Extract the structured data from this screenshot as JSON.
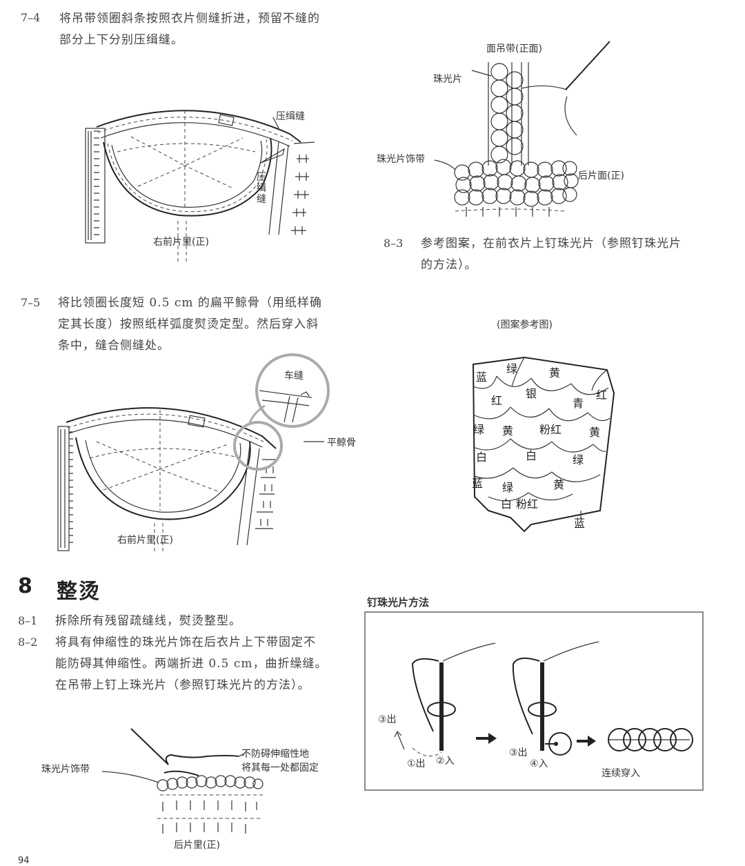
{
  "step_7_4": {
    "num": "7–4",
    "lines": [
      "将吊带领圈斜条按照衣片侧缝折进，预留不缝的",
      "部分上下分别压缉缝。"
    ]
  },
  "fig_7_4": {
    "label_topstitch": "压缉缝",
    "label_topstitch_vertical": [
      "压",
      "缉",
      "缝"
    ],
    "label_right_front": "右前片里(正)"
  },
  "fig_8_3": {
    "label_strap_front": "面吊带(正面)",
    "label_sequin": "珠光片",
    "label_sequin_trim": "珠光片饰带",
    "label_back_piece": "后片面(正)"
  },
  "step_8_3": {
    "num": "8–3",
    "lines": [
      "参考图案，在前衣片上钉珠光片（参照钉珠光片",
      "的方法）。"
    ]
  },
  "step_7_5": {
    "num": "7–5",
    "lines": [
      "将比领圈长度短 0.5 cm 的扁平鲸骨（用纸样确",
      "定其长度）按照纸样弧度熨烫定型。然后穿入斜",
      "条中，缝合侧缝处。"
    ]
  },
  "fig_7_5": {
    "label_stitch": "车缝",
    "label_boning": "平鲸骨",
    "label_right_front": "右前片里(正)"
  },
  "pattern_fig": {
    "caption": "(图案参考图)",
    "colors": [
      "蓝",
      "绿",
      "黄",
      "红",
      "银",
      "青",
      "红",
      "绿",
      "黄",
      "粉红",
      "黄",
      "白",
      "白",
      "绿",
      "蓝",
      "绿",
      "黄",
      "白",
      "粉红",
      "蓝"
    ]
  },
  "section_8": {
    "num": "8",
    "title": "整烫"
  },
  "step_8_1": {
    "num": "8–1",
    "lines": [
      "拆除所有残留疏缝线，熨烫整型。"
    ]
  },
  "step_8_2": {
    "num": "8–2",
    "lines": [
      "将具有伸缩性的珠光片饰在后衣片上下带固定不",
      "能防碍其伸缩性。两端折进 0.5 cm，曲折缲缝。",
      "在吊带上钉上珠光片（参照钉珠光片的方法）。"
    ]
  },
  "method_box": {
    "title": "钉珠光片方法",
    "label_out1": "①出",
    "label_in2": "②入",
    "label_out3": "③出",
    "label_out3b": "③出",
    "label_in4": "④入",
    "label_continuous": "连续穿入"
  },
  "fig_8_2": {
    "label_sequin_trim": "珠光片饰带",
    "note_line1": "不防碍伸缩性地",
    "note_line2": "将其每一处都固定",
    "label_back_inner": "后片里(正)"
  },
  "page_number": "94"
}
